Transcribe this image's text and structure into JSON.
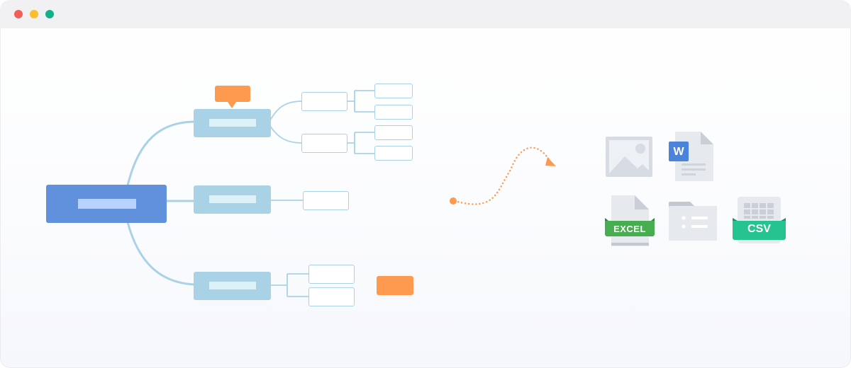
{
  "window": {
    "title_controls": [
      "close",
      "minimize",
      "maximize"
    ],
    "colors": {
      "close": "#f25f58",
      "minimize": "#fbbe2e",
      "maximize": "#14b08a"
    }
  },
  "mindmap": {
    "colors": {
      "root": "#6191dd",
      "topic": "#a9d2e6",
      "accent": "#fd9a50"
    }
  },
  "export_formats": {
    "image": {
      "icon": "image-file-icon"
    },
    "word": {
      "icon": "word-file-icon",
      "label": "W"
    },
    "excel": {
      "icon": "excel-file-icon",
      "label": "EXCEL"
    },
    "folder": {
      "icon": "folder-icon"
    },
    "csv": {
      "icon": "csv-file-icon",
      "label": "CSV"
    }
  }
}
